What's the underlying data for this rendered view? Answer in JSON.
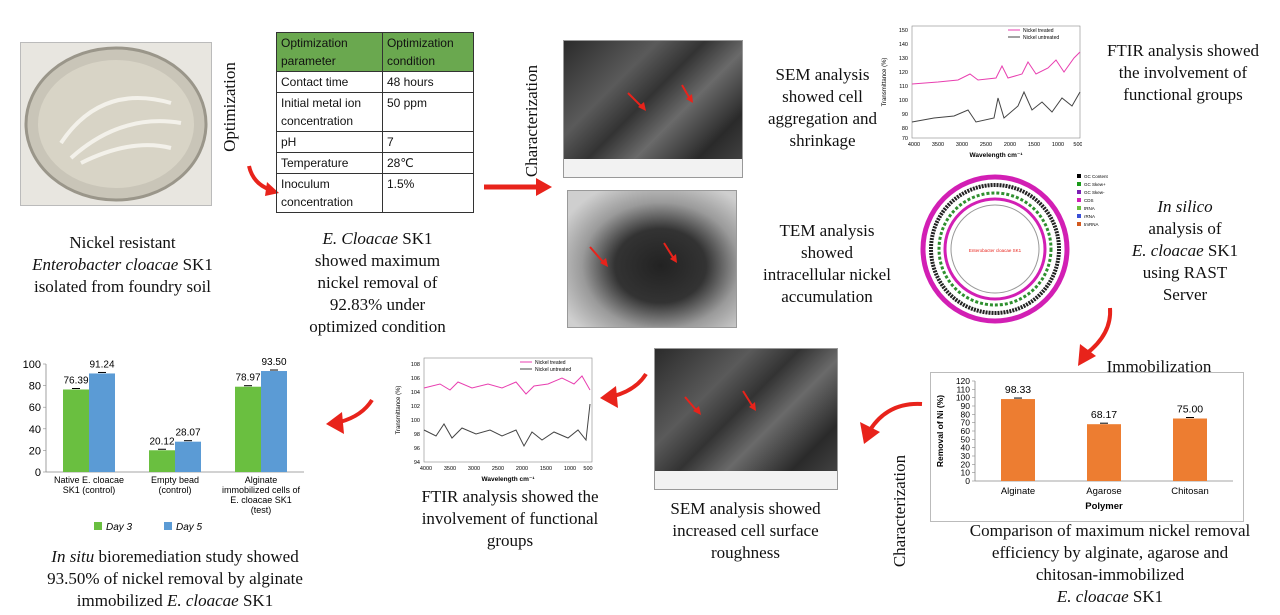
{
  "step1": {
    "caption_line1": "Nickel resistant",
    "caption_line2_italic": "Enterobacter cloacae",
    "caption_line2_rest": " SK1",
    "caption_line3": "isolated from foundry soil"
  },
  "arrow_labels": {
    "optimization": "Optimization",
    "characterization_top": "Characterization",
    "characterization_bottom": "Characterization",
    "immobilization": "Immobilization"
  },
  "optimization_table": {
    "headers": [
      "Optimization parameter",
      "Optimization condition"
    ],
    "rows": [
      [
        "Contact time",
        "48 hours"
      ],
      [
        "Initial metal ion concentration",
        "50 ppm"
      ],
      [
        "pH",
        "7"
      ],
      [
        "Temperature",
        "28℃"
      ],
      [
        "Inoculum concentration",
        "1.5%"
      ]
    ],
    "header_color": "#6aa84f"
  },
  "step2": {
    "caption_italic": "E. Cloacae",
    "caption_rest": " SK1",
    "caption_line2": "showed maximum",
    "caption_line3": "nickel removal of",
    "caption_line4": "92.83% under",
    "caption_line5": "optimized condition"
  },
  "sem_top": {
    "line1": "SEM analysis",
    "line2": "showed cell",
    "line3": "aggregation and",
    "line4": "shrinkage"
  },
  "tem": {
    "line1": "TEM analysis",
    "line2": "showed",
    "line3": "intracellular nickel",
    "line4": "accumulation"
  },
  "ftir_top": {
    "caption_line1": "FTIR analysis showed",
    "caption_line2": "the involvement of",
    "caption_line3": "functional groups",
    "legend": [
      "Nickel treated",
      "Nickel untreated"
    ],
    "ylabel": "Transmittance (%)",
    "xlabel": "Wavelength cm⁻¹",
    "yticks": [
      "150",
      "140",
      "130",
      "120",
      "110",
      "100",
      "90",
      "80",
      "70"
    ],
    "xticks": [
      "4000",
      "3500",
      "3000",
      "2500",
      "2000",
      "1500",
      "1000",
      "500"
    ]
  },
  "rast": {
    "caption_italic1": "In silico",
    "caption_line2": "analysis of",
    "caption_italic3": "E. cloacae",
    "caption_rest3": " SK1",
    "caption_line4": "using RAST",
    "caption_line5": "Server",
    "legend": [
      "GC Content",
      "GC Skew+",
      "GC Skew-",
      "CDS",
      "tRNA",
      "rRNA",
      "tmRNA"
    ],
    "center_label": "Enterobacter cloacae SK1"
  },
  "immob_chart": {
    "ylabel": "Removal of Ni (%)",
    "xlabel": "Polymer",
    "caption_line1": "Comparison of maximum nickel removal",
    "caption_line2": "efficiency by alginate, agarose and",
    "caption_line3": "chitosan-immobilized",
    "caption_italic4": "E. cloacae",
    "caption_rest4": " SK1"
  },
  "sem_bottom": {
    "line1": "SEM analysis showed",
    "line2": "increased cell surface",
    "line3": "roughness"
  },
  "ftir_bottom": {
    "caption_line1": "FTIR analysis showed the",
    "caption_line2": "involvement of functional",
    "caption_line3": "groups",
    "legend": [
      "Nickel treated",
      "Nickel untreated"
    ],
    "ylabel": "Transmittance (%)",
    "xlabel": "Wavelength cm⁻¹",
    "yticks": [
      "108",
      "106",
      "104",
      "102",
      "100",
      "98",
      "96",
      "94"
    ],
    "xticks": [
      "4000",
      "3500",
      "3000",
      "2500",
      "2000",
      "1500",
      "1000",
      "500"
    ]
  },
  "insitu": {
    "caption_italic": "In situ",
    "caption_rest": " bioremediation study showed",
    "caption_line2": "93.50% of nickel removal by alginate",
    "caption_line3": "immobilized ",
    "caption_italic3": "E. cloacae",
    "caption_rest3": " SK1"
  },
  "chart_data": [
    {
      "type": "bar",
      "categories": [
        "Native E. cloacae SK1 (control)",
        "Empty bead (control)",
        "Alginate immobilized cells of E. cloacae SK1 (test)"
      ],
      "series": [
        {
          "name": "Day 3",
          "values": [
            76.39,
            20.12,
            78.97
          ],
          "color": "#6abf40"
        },
        {
          "name": "Day 5",
          "values": [
            91.24,
            28.07,
            93.5
          ],
          "color": "#5b9bd5"
        }
      ],
      "ylim": [
        0,
        100
      ],
      "yticks": [
        0,
        20,
        40,
        60,
        80,
        100
      ],
      "legend": "bottom"
    },
    {
      "type": "bar",
      "categories": [
        "Alginate",
        "Agarose",
        "Chitosan"
      ],
      "values": [
        98.33,
        68.17,
        75.0
      ],
      "color": "#ed7d31",
      "ylim": [
        0,
        120
      ],
      "yticks": [
        0,
        10,
        20,
        30,
        40,
        50,
        60,
        70,
        80,
        90,
        100,
        110,
        120
      ],
      "xlabel": "Polymer",
      "ylabel": "Removal of Ni (%)"
    }
  ],
  "colors": {
    "arrow": "#e8231b",
    "pink_line": "#e83fb0",
    "gray_line": "#444444"
  }
}
